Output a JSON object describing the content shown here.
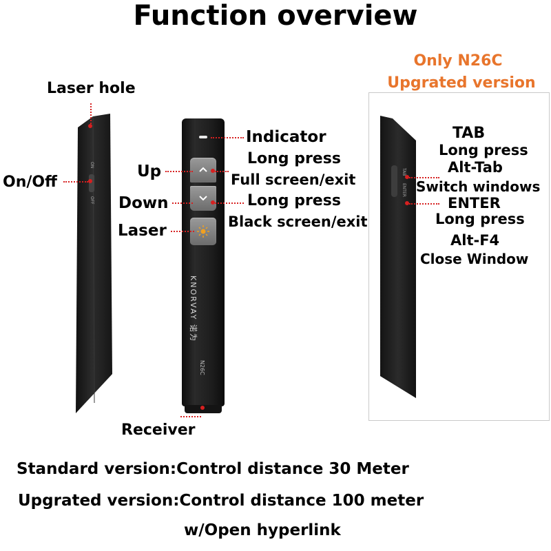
{
  "title": "Function overview",
  "upgrade_note": {
    "line1": "Only N26C",
    "line2": "Upgrated version"
  },
  "labels": {
    "laser_hole": "Laser hole",
    "on_off": "On/Off",
    "switch_on": "ON",
    "switch_off": "OFF",
    "up": "Up",
    "down": "Down",
    "laser": "Laser",
    "receiver": "Receiver",
    "indicator": "Indicator",
    "up_long_press": "Long press",
    "up_action": "Full screen/exit",
    "down_long_press": "Long press",
    "down_action": "Black screen/exit",
    "brand": "KNORVAY 诺为",
    "model": "N26C"
  },
  "upgraded_side": {
    "tab": "TAB",
    "tab_long_press": "Long press",
    "tab_combo": "Alt-Tab",
    "tab_action": "Switch windows",
    "enter": "ENTER",
    "enter_long_press": "Long press",
    "enter_combo": "Alt-F4",
    "enter_action": "Close Window",
    "switch_tab": "TAB",
    "switch_enter": "ENTER"
  },
  "footer": {
    "standard": "Standard version:Control distance 30 Meter",
    "upgraded": "Upgrated version:Control distance 100 meter",
    "hyperlink": "w/Open hyperlink"
  },
  "colors": {
    "accent_orange": "#e8752c",
    "marker_red": "#d62020",
    "device_body": "#1b1b1b"
  },
  "icons": [
    "chevron-up-icon",
    "chevron-down-icon",
    "laser-sun-icon"
  ]
}
